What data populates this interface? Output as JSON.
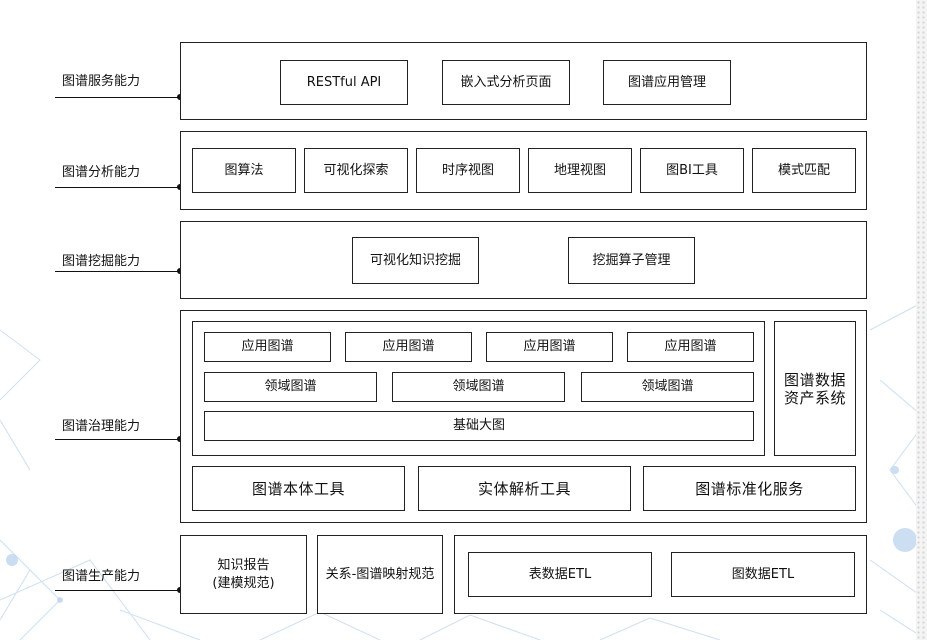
{
  "layers": [
    {
      "label": "图谱服务能力",
      "items": [
        "RESTful API",
        "嵌入式分析页面",
        "图谱应用管理"
      ]
    },
    {
      "label": "图谱分析能力",
      "items": [
        "图算法",
        "可视化探索",
        "时序视图",
        "地理视图",
        "图BI工具",
        "模式匹配"
      ]
    },
    {
      "label": "图谱挖掘能力",
      "items": [
        "可视化知识挖掘",
        "挖掘算子管理"
      ]
    },
    {
      "label": "图谱治理能力",
      "app_graphs": [
        "应用图谱",
        "应用图谱",
        "应用图谱",
        "应用图谱"
      ],
      "domain_graphs": [
        "领域图谱",
        "领域图谱",
        "领域图谱"
      ],
      "base_graph": "基础大图",
      "asset_system": "图谱数据\n资产系统",
      "tools": [
        "图谱本体工具",
        "实体解析工具",
        "图谱标准化服务"
      ]
    },
    {
      "label": "图谱生产能力",
      "knowledge_report": "知识报告\n(建模规范)",
      "mapping_spec": "关系-图谱映射规范",
      "etl": [
        "表数据ETL",
        "图数据ETL"
      ]
    }
  ]
}
